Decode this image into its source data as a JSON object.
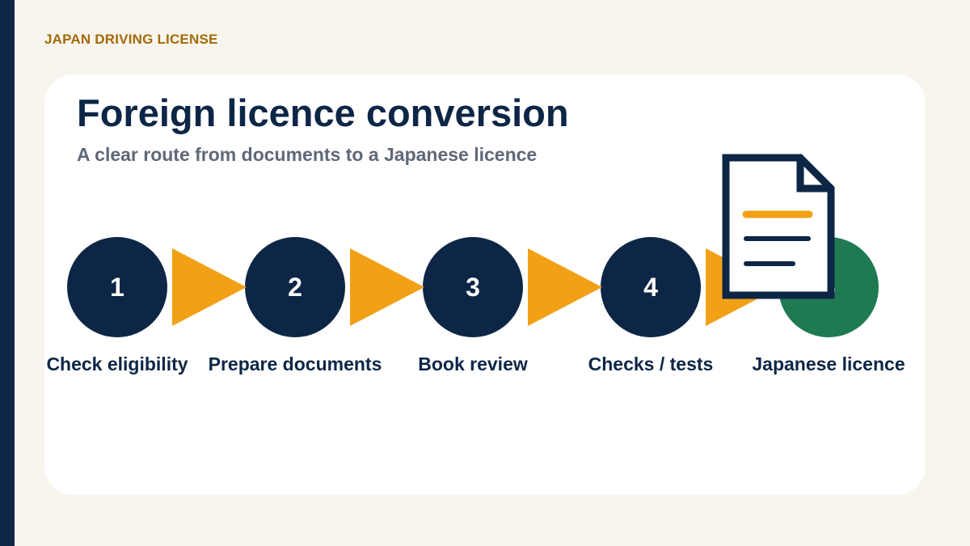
{
  "header": {
    "kicker": "JAPAN DRIVING LICENSE"
  },
  "main": {
    "title": "Foreign licence conversion",
    "subtitle": "A clear route from documents to a Japanese licence"
  },
  "steps": [
    {
      "number": "1",
      "label": "Check eligibility"
    },
    {
      "number": "2",
      "label": "Prepare documents"
    },
    {
      "number": "3",
      "label": "Book review"
    },
    {
      "number": "4",
      "label": "Checks / tests"
    },
    {
      "number": "5",
      "label": "Japanese licence"
    }
  ],
  "colors": {
    "navy": "#0d2646",
    "accent_orange": "#f2a116",
    "final_green": "#1f7a52",
    "kicker_gold": "#a36a07",
    "background": "#f8f5ee"
  },
  "icons": {
    "document": "document-icon"
  }
}
